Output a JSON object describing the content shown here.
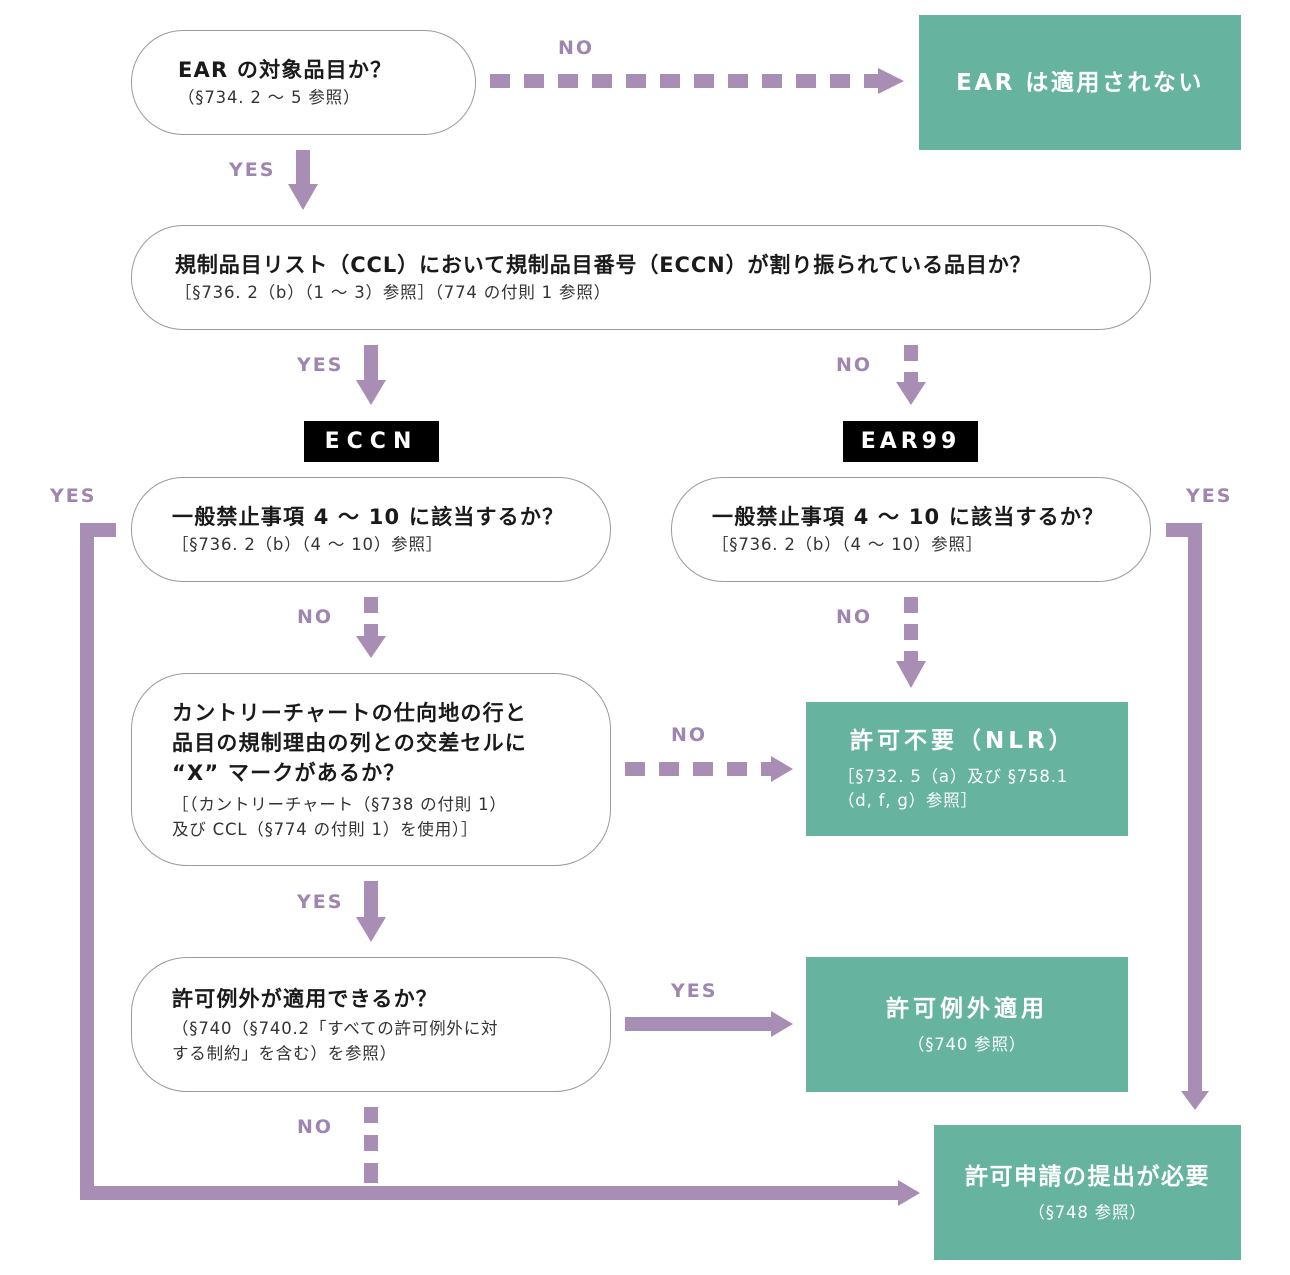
{
  "questions": {
    "ear": {
      "title": "EAR の対象品目か？",
      "ref": "（§734. 2 ～ 5 参照）"
    },
    "ccl": {
      "title": "規制品目リスト（CCL）において規制品目番号（ECCN）が割り振られている品目か？",
      "ref": "［§736. 2（b）（1 ～ 3）参照］（774 の付則 1 参照）"
    },
    "prohibition_eccn": {
      "title": "一般禁止事項 4 ～ 10 に該当するか？",
      "ref": "［§736. 2（b）（4 ～ 10）参照］"
    },
    "prohibition_ear99": {
      "title": "一般禁止事項 4 ～ 10 に該当するか？",
      "ref": "［§736. 2（b）（4 ～ 10）参照］"
    },
    "country_chart": {
      "title_lines": [
        "カントリーチャートの仕向地の行と",
        "品目の規制理由の列との交差セルに",
        "“X” マークがあるか？"
      ],
      "ref_lines": [
        "［（カントリーチャート（§738 の付則 1）",
        "及び CCL（§774 の付則 1）を使用）］"
      ]
    },
    "exception": {
      "title": "許可例外が適用できるか？",
      "ref_lines": [
        "（§740（§740.2「すべての許可例外に対",
        "する制約」を含む）を参照）"
      ]
    }
  },
  "results": {
    "not_applicable": {
      "title": "EAR は適用されない"
    },
    "nlr": {
      "title": "許可不要（NLR）",
      "ref_lines": [
        "［§732. 5（a）及び §758.1",
        "（d, f, g）参照］"
      ]
    },
    "exception_applies": {
      "title": "許可例外適用",
      "ref": "（§740 参照）"
    },
    "license_required": {
      "title": "許可申請の提出が必要",
      "ref": "（§748 参照）"
    }
  },
  "tags": {
    "eccn": "ECCN",
    "ear99": "EAR99"
  },
  "labels": {
    "ear_no": "NO",
    "ear_yes": "YES",
    "ccl_yes": "YES",
    "ccl_no": "NO",
    "left_yes": "YES",
    "right_yes": "YES",
    "prohib_eccn_no": "NO",
    "prohib_ear99_no": "NO",
    "chart_no": "NO",
    "chart_yes": "YES",
    "exception_yes": "YES",
    "exception_no": "NO"
  },
  "colors": {
    "arrow": "#a88db4",
    "result_box": "#66b3a0",
    "label": "#9f86b0",
    "question_border": "#9b9b9b"
  }
}
